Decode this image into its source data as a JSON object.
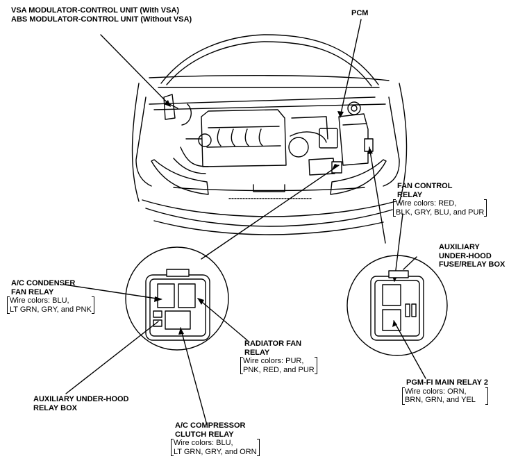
{
  "labels": {
    "vsa": {
      "line1": "VSA MODULATOR-CONTROL UNIT (With VSA)",
      "line2": "ABS MODULATOR-CONTROL UNIT (Without VSA)"
    },
    "pcm": "PCM",
    "fan_control": {
      "line1": "FAN CONTROL",
      "line2": "RELAY",
      "wire1": "Wire colors: RED,",
      "wire2": "BLK, GRY, BLU, and PUR"
    },
    "aux_fuse_box": {
      "line1": "AUXILIARY",
      "line2": "UNDER-HOOD",
      "line3": "FUSE/RELAY BOX"
    },
    "ac_condenser": {
      "line1": "A/C CONDENSER",
      "line2": "FAN RELAY",
      "wire1": "Wire colors: BLU,",
      "wire2": "LT GRN, GRY, and PNK"
    },
    "radiator_fan": {
      "line1": "RADIATOR FAN",
      "line2": "RELAY",
      "wire1": "Wire colors: PUR,",
      "wire2": "PNK, RED, and PUR"
    },
    "pgm_fi": {
      "line1": "PGM-FI MAIN RELAY 2",
      "wire1": "Wire colors: ORN,",
      "wire2": "BRN, GRN, and YEL"
    },
    "aux_relay_box": {
      "line1": "AUXILIARY UNDER-HOOD",
      "line2": "RELAY BOX"
    },
    "ac_compressor": {
      "line1": "A/C COMPRESSOR",
      "line2": "CLUTCH RELAY",
      "wire1": "Wire colors: BLU,",
      "wire2": "LT GRN, GRY, and ORN"
    }
  },
  "colors": {
    "ink": "#000000",
    "background": "#ffffff"
  }
}
